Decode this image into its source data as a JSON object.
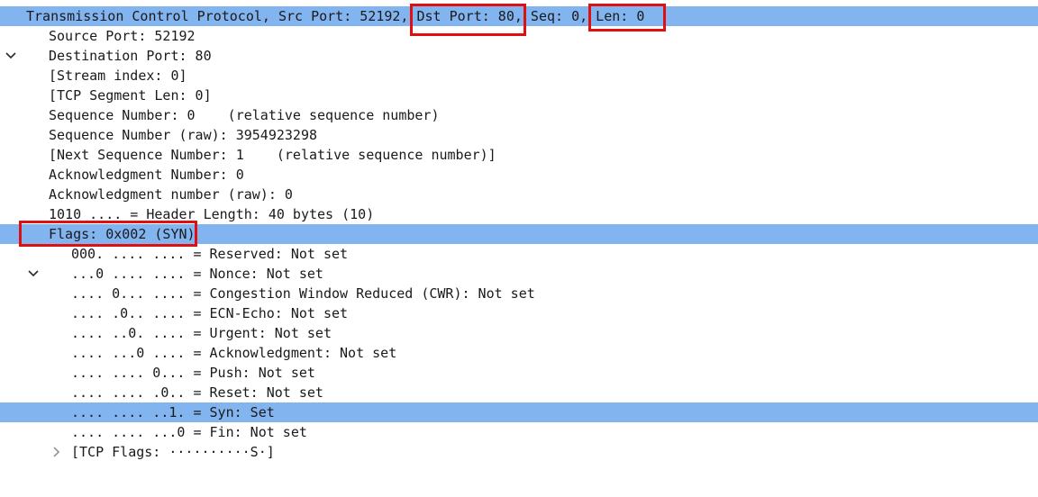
{
  "tcp_header_row": {
    "prefix": "Transmission Control Protocol, Src Port: 52192, ",
    "dst_port": "Dst Port: 80,",
    "seq": " Seq: 0, ",
    "len": "Len: 0"
  },
  "tcp_fields": [
    "Source Port: 52192",
    "Destination Port: 80",
    "[Stream index: 0]",
    "[TCP Segment Len: 0]",
    "Sequence Number: 0    (relative sequence number)",
    "Sequence Number (raw): 3954923298",
    "[Next Sequence Number: 1    (relative sequence number)]",
    "Acknowledgment Number: 0",
    "Acknowledgment number (raw): 0",
    "1010 .... = Header Length: 40 bytes (10)"
  ],
  "flags_row": "Flags: 0x002 (SYN)",
  "flag_bits": [
    "000. .... .... = Reserved: Not set",
    "...0 .... .... = Nonce: Not set",
    ".... 0... .... = Congestion Window Reduced (CWR): Not set",
    ".... .0.. .... = ECN-Echo: Not set",
    ".... ..0. .... = Urgent: Not set",
    ".... ...0 .... = Acknowledgment: Not set",
    ".... .... 0... = Push: Not set",
    ".... .... .0.. = Reset: Not set",
    ".... .... ..1. = Syn: Set",
    ".... .... ...0 = Fin: Not set",
    "[TCP Flags: ··········S·]"
  ],
  "colors": {
    "selection": "#82b4f0",
    "highlight_box": "#e01010",
    "text": "#1a1a1a"
  },
  "icons": {
    "expanded": "chevron-down-icon",
    "collapsed": "chevron-right-icon"
  }
}
